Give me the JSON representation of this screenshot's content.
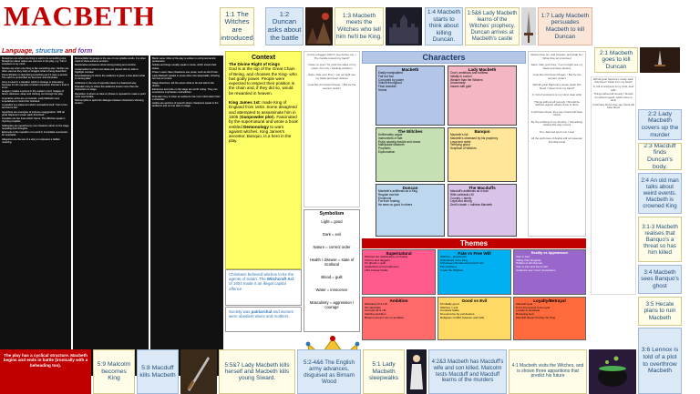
{
  "header": {
    "title": "MACBETH",
    "subheading_prefix": "Language, ",
    "subheading_structure": "structure",
    "subheading_and": " and ",
    "subheading_form": "form",
    "context_title": "Context",
    "characters_title": "Characters",
    "themes_title": "Themes"
  },
  "plot": [
    "1:1 The Witches are introduced",
    "1:2 Duncan asks about the battle",
    "1:3 Macbeth meets the Witches who tell him he'll be King.",
    "1:4 Macbeth starts to think about killing Duncan.",
    "1:5&6 Lady Macbeth learns of the Witches' prophecy. Duncan arrives at Macbeth's castle",
    "1:7 Lady Macbeth persuades Macbeth to kill Duncan",
    "2:1 Macbeth goes to kill Duncan",
    "2:2 Lady Macbeth covers up the murder",
    "2:3 Macduff finds Duncan's body.",
    "2:4 An old man talks about weird events. Macbeth is crowned King",
    "3:1-3 Macbeth realises that Banquo's a threat so has him killed",
    "3:4 Macbeth sees Banquo's ghost",
    "3:5 Hecate plans to ruin Macbeth",
    "3:6 Lennox is told of a plot to overthrow Macbeth",
    "4:1 Macbeth visits the Witches, and is shown three apparitions that predict his future",
    "4:2&3 Macbeth has Macduff's wife and son killed. Malcolm tests Macduff and Macduff learns of the murders",
    "5:1 Lady Macbeth sleepwalks",
    "5:2-4&6 The English army advances, disguised as Birnam Wood",
    "5:5&7 Lady Macbeth kills herself and Macbeth kills young Siward.",
    "5:8 Macduff kills Macbeth",
    "5:9 Malcolm becomes King",
    "The play has a cyclical structure. Macbeth begins and ends in battle (ironically with a beheading too)."
  ],
  "quotes_top": [
    "Is this a dagger which I see before me, / The handle toward my hand?",
    "I have no spur / To prick the sides of my intent, but only / Vaulting ambition",
    "Stars, hide your fires; / Let not light see my black and deep desires",
    "Look like th'innocent flower, / But be the serpent under't"
  ],
  "quotes_right": [
    "Glamis thou art, and Cawdor, and shalt be / What thou art promised",
    "Stars, hide your fires; / Let not light see my black and deep desires",
    "Look like th'innocent flower, / But be the serpent under't",
    "Will all great Neptune's ocean wash this blood / Clean from my hand?",
    "O, full of scorpions is my mind, dear wife!",
    "Things without all remedy / Should be without regard: what's done is done",
    "It will have blood, they say; blood will have blood",
    "By the pricking of my thumbs, / Something wicked this way comes",
    "Out, damned spot! out, I say!",
    "All the perfumes of Arabia will not sweeten this little hand"
  ],
  "techniques": [
    "Metaphors are when one thing is said to be something else. Metaphors about nature are common in the play, e.g. 'full of scorpions is my mind'.",
    "Similes are when one thing is like something else. Similes are often used as they help us imagine what is being described.",
    "Personification is describing something as if it were a person. The earth is personified as 'feverous' and did shake.",
    "Irony is used in a situation which is strange or interesting because it's the opposite of what's expected. Duncan's trust is ironic.",
    "Imagery creates a picture in the reader's mind. Images of blood, darkness, sleep and clothing run through the play.",
    "Imperative verbs are commands. Lady Macbeth uses imperatives to control her husband.",
    "A paradox is a statement which contradicts itself: 'Fair is foul, and foul is fair'.",
    "Hyperbole are examples of extreme exaggeration: 'Will all great Neptune's ocean wash this blood'.",
    "Couplets are two lines which rhyme. The Witches speak in rhyming couplets.",
    "Soliloquies are speeches by one character alone on the stage revealing their thoughts.",
    "Epizeuxis is the repetition of a word in immediate succession for emphasis.",
    "Allegories are the use of a story to represent a hidden meaning."
  ],
  "form_notes": [
    "Monosyllabic language is the use of one syllable words. It is often used to show extreme emotion.",
    "Exclamative sentences show strong feeling and emotion.",
    "Juxtaposition is where two ideas are placed side by side to highlight contrast.",
    "Foreshadowing is where the audience is given a clue about what is coming later.",
    "Antithesis is the use of opposite ideas in a balanced way.",
    "Dramatic irony is where the audience knows more than the characters on stage.",
    "Repetition is where an idea or phrase is repeated to make a point more memorable.",
    "Stichomythia is quick-fire dialogue between characters showing tension."
  ],
  "blank_verse": [
    "Blank verse: Most of the play is written in unrhymed iambic pentameter.",
    "Nobles and kings usually speak in verse, which shows their status.",
    "Prose: Lower class characters use prose, such as the Porter.",
    "Lady Macbeth speaks in prose when she sleepwalks, showing her loss of control.",
    "Stage directions: tell the actors what to do and add to the drama.",
    "Entrances and exits on the stage are worth noting. They can sometimes emphasise contradiction.",
    "Dramatic irony is when an audience has more information than a character.",
    "Asides are sections of speech where characters speak to the audience and no one else on stage."
  ],
  "context": {
    "kings_title": "The Divine Right of Kings",
    "kings_body": "God is at the top of the Great Chain of Being, and chooses the King- who has godly power. People were expected to respect their position in the chain and, if they did so, would be rewarded in heaven.",
    "james_label": "King James 1st",
    "james_body": ": made King of England from 1603. Some disagreed and attempted to assassinate him in 1605 (",
    "gunpowder_label": "Gunpowder plot",
    "james_body2": "). Fascinated by the supernatural and wrote a book entitled ",
    "demonology_label": "Demonology",
    "james_body3": " to warn against witches. King James's ancestor, Banquo, is a hero in the play.",
    "witches_body": "Christians believed witches to be the agents of Satan. The ",
    "witchcraft_label": "Witchcraft Act",
    "witches_body2": " of 1604 made it an illegal capital offence.",
    "society_body": "Society was ",
    "patriarchal_label": "patriarchal",
    "society_body2": " and women were obedient wives and mothers."
  },
  "symbolism": [
    "Light = good",
    "Dark = evil",
    "Nature = correct order",
    "Health / disease = state of Scotland",
    "Blood = guilt",
    "Water = innocence",
    "Masculinity = aggression / courage"
  ],
  "symbolism_title": "Symbolism",
  "characters": [
    {
      "name": "Macbeth",
      "traits": [
        "Easily manipulated",
        "Fair but foul",
        "Corrupted by power",
        "Violent throughout",
        "Final downfall",
        "Hubris"
      ],
      "color": "#b4c6e7"
    },
    {
      "name": "Lady Macbeth",
      "traits": [
        "Cruel, ambitious and ruthless",
        "Initially in control",
        "Weaker than the Witches",
        "Unwomanly",
        "Insane with guilt"
      ],
      "color": "#f4b6c2"
    },
    {
      "name": "The Witches",
      "traits": [
        "Deliberately vague",
        "Instruments of fate",
        "Enjoy causing trouble and chaos",
        "Manipulate Macbeth",
        "Prophetic",
        "Equivocation"
      ],
      "color": "#c6e0b4"
    },
    {
      "name": "Banquo",
      "traits": [
        "Macbeth's foil",
        "Macbeth's obsessed by his prophecy",
        "Loyal and noble",
        "Terrifying ghost",
        "Sceptical of Witches"
      ],
      "color": "#ffe699"
    },
    {
      "name": "Duncan",
      "traits": [
        "Macbeth's antithesis as a King",
        "Regular and fair",
        "Emotional",
        "Far from trusting",
        "He sees no good in others"
      ],
      "color": "#bdd7ee"
    },
    {
      "name": "The Macduffs",
      "traits": [
        "Macduff's antithesis as a man",
        "Wife contrasts LM",
        "Country = family",
        "Loyal and strong",
        "Devil's death = ruthless Macbeth"
      ],
      "color": "#d9c3e9"
    }
  ],
  "themes": [
    {
      "name": "Supernatural",
      "items": [
        "Witches are deliberately confusing",
        "Visions and daggers",
        "It's ghosts = guilt",
        "Apparitions and prophesies",
        "LM's bloody hands"
      ],
      "color": "#ff5a8c"
    },
    {
      "name": "Fate vs Free Will",
      "items": [
        "Witches - prophecies",
        "M destined to be King",
        "M believes his fate and doesn't act",
        "M's prophecy",
        "It was the Witches"
      ],
      "color": "#00b0f0"
    },
    {
      "name": "Reality vs Appearance",
      "items": [
        "'Fair is foul'",
        "Killing their kingship",
        "Hidden to kill Duncan",
        "'Fair is foul and foul is fair'",
        "Audience see 'inner' deceptions"
      ],
      "color": "#9966cc"
    },
    {
      "name": "Ambition",
      "items": [
        "Motivates M & LM",
        "M's fatal flaw",
        "Corrupts M & LM",
        "Vaulting ambition",
        "Banquo doesn't act on ambition"
      ],
      "color": "#ff6b6b"
    },
    {
      "name": "Good vs Evil",
      "items": [
        "M initially good",
        "Witches = evil",
        "Constant battle",
        "M overcome by evil desires",
        "Religious conflict (heaven and hell)"
      ],
      "color": "#ffd966"
    },
    {
      "name": "Loyalty/Betrayal",
      "items": [
        "Macduff loyal",
        "M & LM pretend to be loyal",
        "Loyalty to Scotland",
        "Betraying God",
        "Macduff doesn't betray his King"
      ],
      "color": "#ff6a3d"
    }
  ],
  "colors": {
    "title_red": "#c00000",
    "plot_fill": "#fffde7",
    "plot_alt": "#dbe8f6",
    "dark_panel": "#111111",
    "context_fill": "#ffff66"
  }
}
